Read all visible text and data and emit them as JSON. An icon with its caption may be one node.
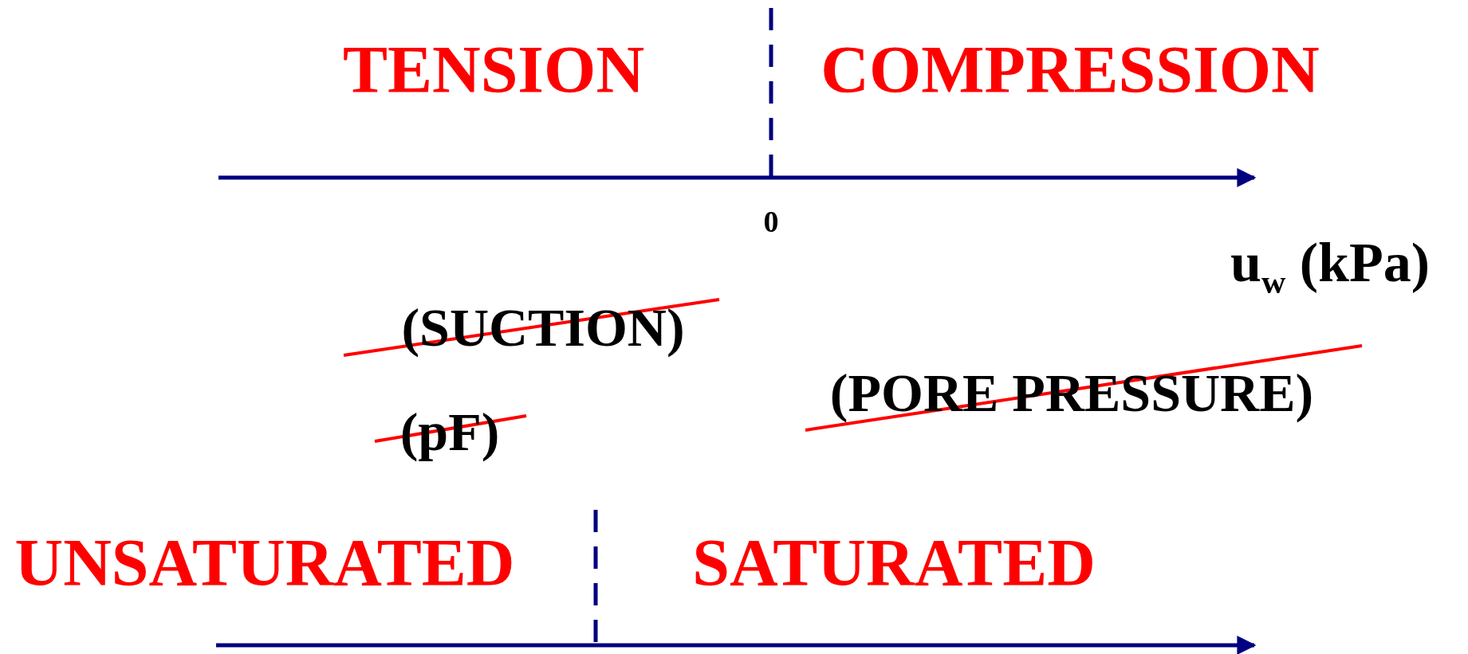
{
  "diagram": {
    "labels": [
      "TENSION",
      "COMPRESSION",
      "0",
      "u$_{w}$ (kPa)",
      "(SUCTION)",
      "(pF)",
      "(PORE PRESSURE)",
      "UNSATURATED",
      "SATURATED"
    ]
  }
}
